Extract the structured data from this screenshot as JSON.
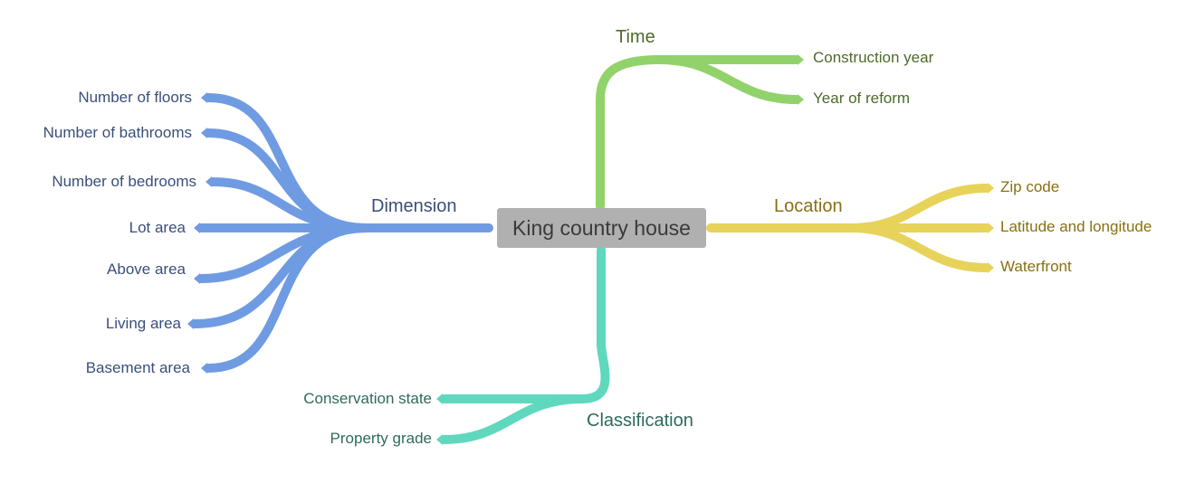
{
  "central": {
    "label": "King country house"
  },
  "branches": {
    "dimension": {
      "label": "Dimension",
      "color": "#6f9be3",
      "children": [
        "Number of floors",
        "Number of bathrooms",
        "Number of bedrooms",
        "Lot area",
        "Above area",
        "Living area",
        "Basement area"
      ]
    },
    "time": {
      "label": "Time",
      "color": "#92d26a",
      "children": [
        "Construction year",
        "Year of reform"
      ]
    },
    "location": {
      "label": "Location",
      "color": "#e7d35a",
      "children": [
        "Zip code",
        "Latitude and longitude",
        "Waterfront"
      ]
    },
    "classification": {
      "label": "Classification",
      "color": "#5fd8bd",
      "children": [
        "Conservation state",
        "Property grade"
      ]
    }
  }
}
